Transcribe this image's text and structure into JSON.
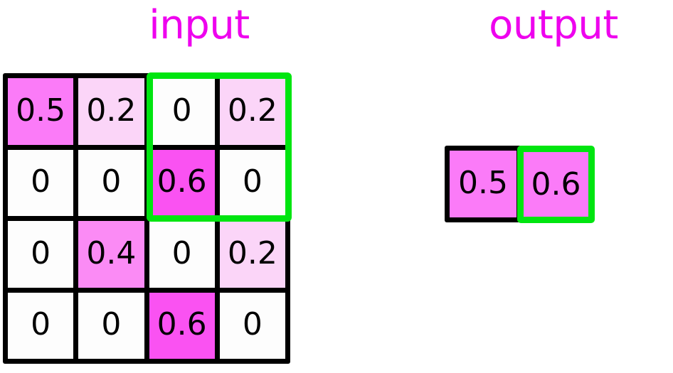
{
  "labels": {
    "input": "input",
    "output": "output",
    "label_color": "#ee00ee"
  },
  "colors": {
    "grid_line": "#000000",
    "highlight_border": "#00e510",
    "text": "#000000",
    "value_scale": {
      "0": "#fdfdfd",
      "0.2": "#fbd5f8",
      "0.4": "#fb8bf5",
      "0.5": "#fb7bf8",
      "0.6": "#fa52f2"
    }
  },
  "input_grid": {
    "rows": 4,
    "cols": 4,
    "cells": [
      {
        "value": "0.5",
        "fill": "#fb7bf8"
      },
      {
        "value": "0.2",
        "fill": "#fbd5f8"
      },
      {
        "value": "0",
        "fill": "#fdfdfd"
      },
      {
        "value": "0.2",
        "fill": "#fbd5f8"
      },
      {
        "value": "0",
        "fill": "#fdfdfd"
      },
      {
        "value": "0",
        "fill": "#fdfdfd"
      },
      {
        "value": "0.6",
        "fill": "#fa52f2"
      },
      {
        "value": "0",
        "fill": "#fdfdfd"
      },
      {
        "value": "0",
        "fill": "#fdfdfd"
      },
      {
        "value": "0.4",
        "fill": "#fb8bf5"
      },
      {
        "value": "0",
        "fill": "#fdfdfd"
      },
      {
        "value": "0.2",
        "fill": "#fbd5f8"
      },
      {
        "value": "0",
        "fill": "#fdfdfd"
      },
      {
        "value": "0",
        "fill": "#fdfdfd"
      },
      {
        "value": "0.6",
        "fill": "#fa52f2"
      },
      {
        "value": "0",
        "fill": "#fdfdfd"
      }
    ],
    "highlight_window": {
      "row_start": 1,
      "row_end": 2,
      "col_start": 3,
      "col_end": 4,
      "color": "#00e510"
    }
  },
  "output_grid": {
    "rows": 1,
    "cols": 2,
    "cells": [
      {
        "value": "0.5",
        "fill": "#fb7bf8",
        "highlighted": false
      },
      {
        "value": "0.6",
        "fill": "#fb7bf8",
        "highlighted": true
      }
    ]
  }
}
